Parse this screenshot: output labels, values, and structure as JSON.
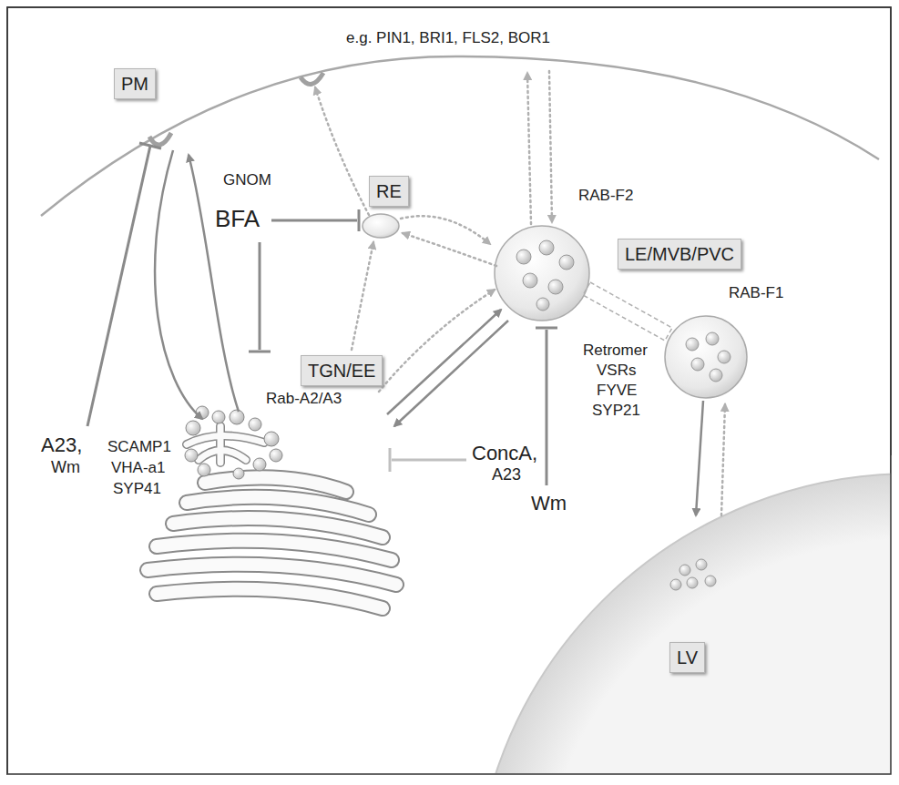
{
  "diagram": {
    "nodes": [
      {
        "text": [
          "PM"
        ]
      },
      {
        "text": [
          "RE"
        ]
      },
      {
        "text": [
          "LE/MVB/PVC"
        ]
      },
      {
        "text": [
          "TGN/EE"
        ]
      },
      {
        "text": [
          "LV"
        ]
      }
    ],
    "labels": [
      "e.g. PIN1, BRI1, FLS2, BOR1",
      "GNOM",
      "BFA",
      "RAB-F2",
      "RAB-F1",
      "Retromer",
      "VSRs",
      "FYVE",
      "SYP21",
      "Rab-A2/A3",
      "SCAMP1",
      "VHA-a1",
      "SYP41",
      "A23,",
      "Wm",
      "ConcA,",
      "A23",
      "Wm"
    ]
  }
}
